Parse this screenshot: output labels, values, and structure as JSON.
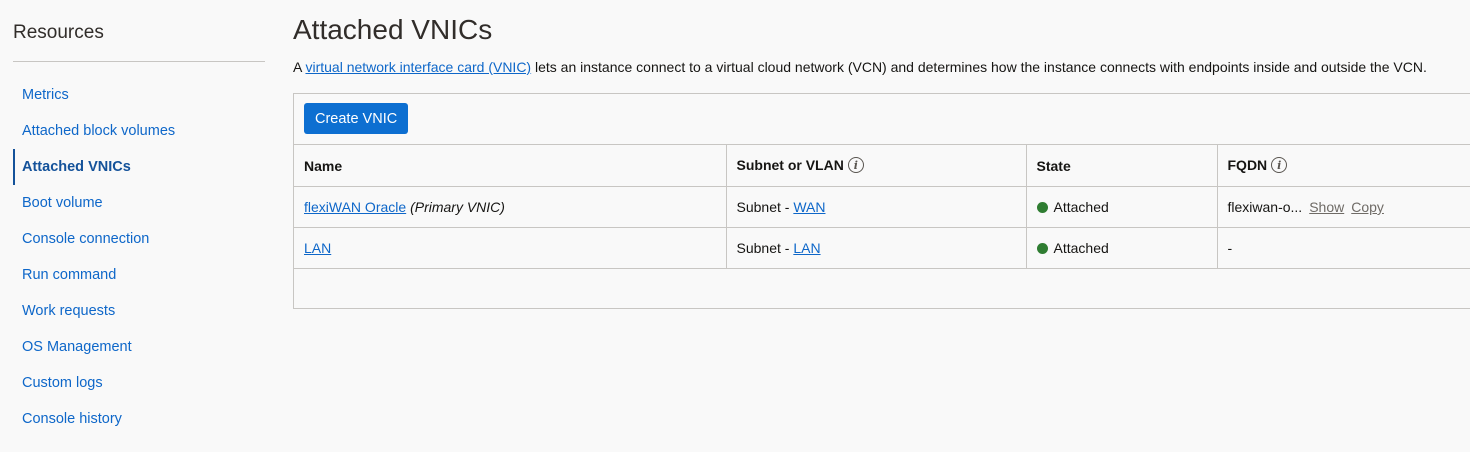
{
  "sidebar": {
    "title": "Resources",
    "items": [
      {
        "label": "Metrics"
      },
      {
        "label": "Attached block volumes"
      },
      {
        "label": "Attached VNICs"
      },
      {
        "label": "Boot volume"
      },
      {
        "label": "Console connection"
      },
      {
        "label": "Run command"
      },
      {
        "label": "Work requests"
      },
      {
        "label": "OS Management"
      },
      {
        "label": "Custom logs"
      },
      {
        "label": "Console history"
      }
    ],
    "active_index": 2
  },
  "main": {
    "title": "Attached VNICs",
    "description": {
      "prefix": "A ",
      "link": "virtual network interface card (VNIC)",
      "suffix": " lets an instance connect to a virtual cloud network (VCN) and determines how the instance connects with endpoints inside and outside the VCN."
    },
    "create_button": "Create VNIC",
    "table": {
      "headers": {
        "name": "Name",
        "subnet": "Subnet or VLAN",
        "state": "State",
        "fqdn": "FQDN"
      },
      "info_glyph": "i",
      "rows": [
        {
          "name": "flexiWAN Oracle",
          "name_suffix": "(Primary VNIC)",
          "subnet_prefix": "Subnet - ",
          "subnet_link": "WAN",
          "state": "Attached",
          "fqdn": "flexiwan-o...",
          "fqdn_show": "Show",
          "fqdn_copy": "Copy"
        },
        {
          "name": "LAN",
          "subnet_prefix": "Subnet - ",
          "subnet_link": "LAN",
          "state": "Attached",
          "fqdn": "-"
        }
      ]
    }
  },
  "colors": {
    "link": "#0e67c9",
    "active_nav": "#14529a",
    "primary_button": "#0d6fd1",
    "status_attached": "#2f7d32",
    "border": "#c8c6c3",
    "background": "#f9f9f9"
  },
  "icons": [
    "info-icon",
    "status-dot-icon"
  ]
}
